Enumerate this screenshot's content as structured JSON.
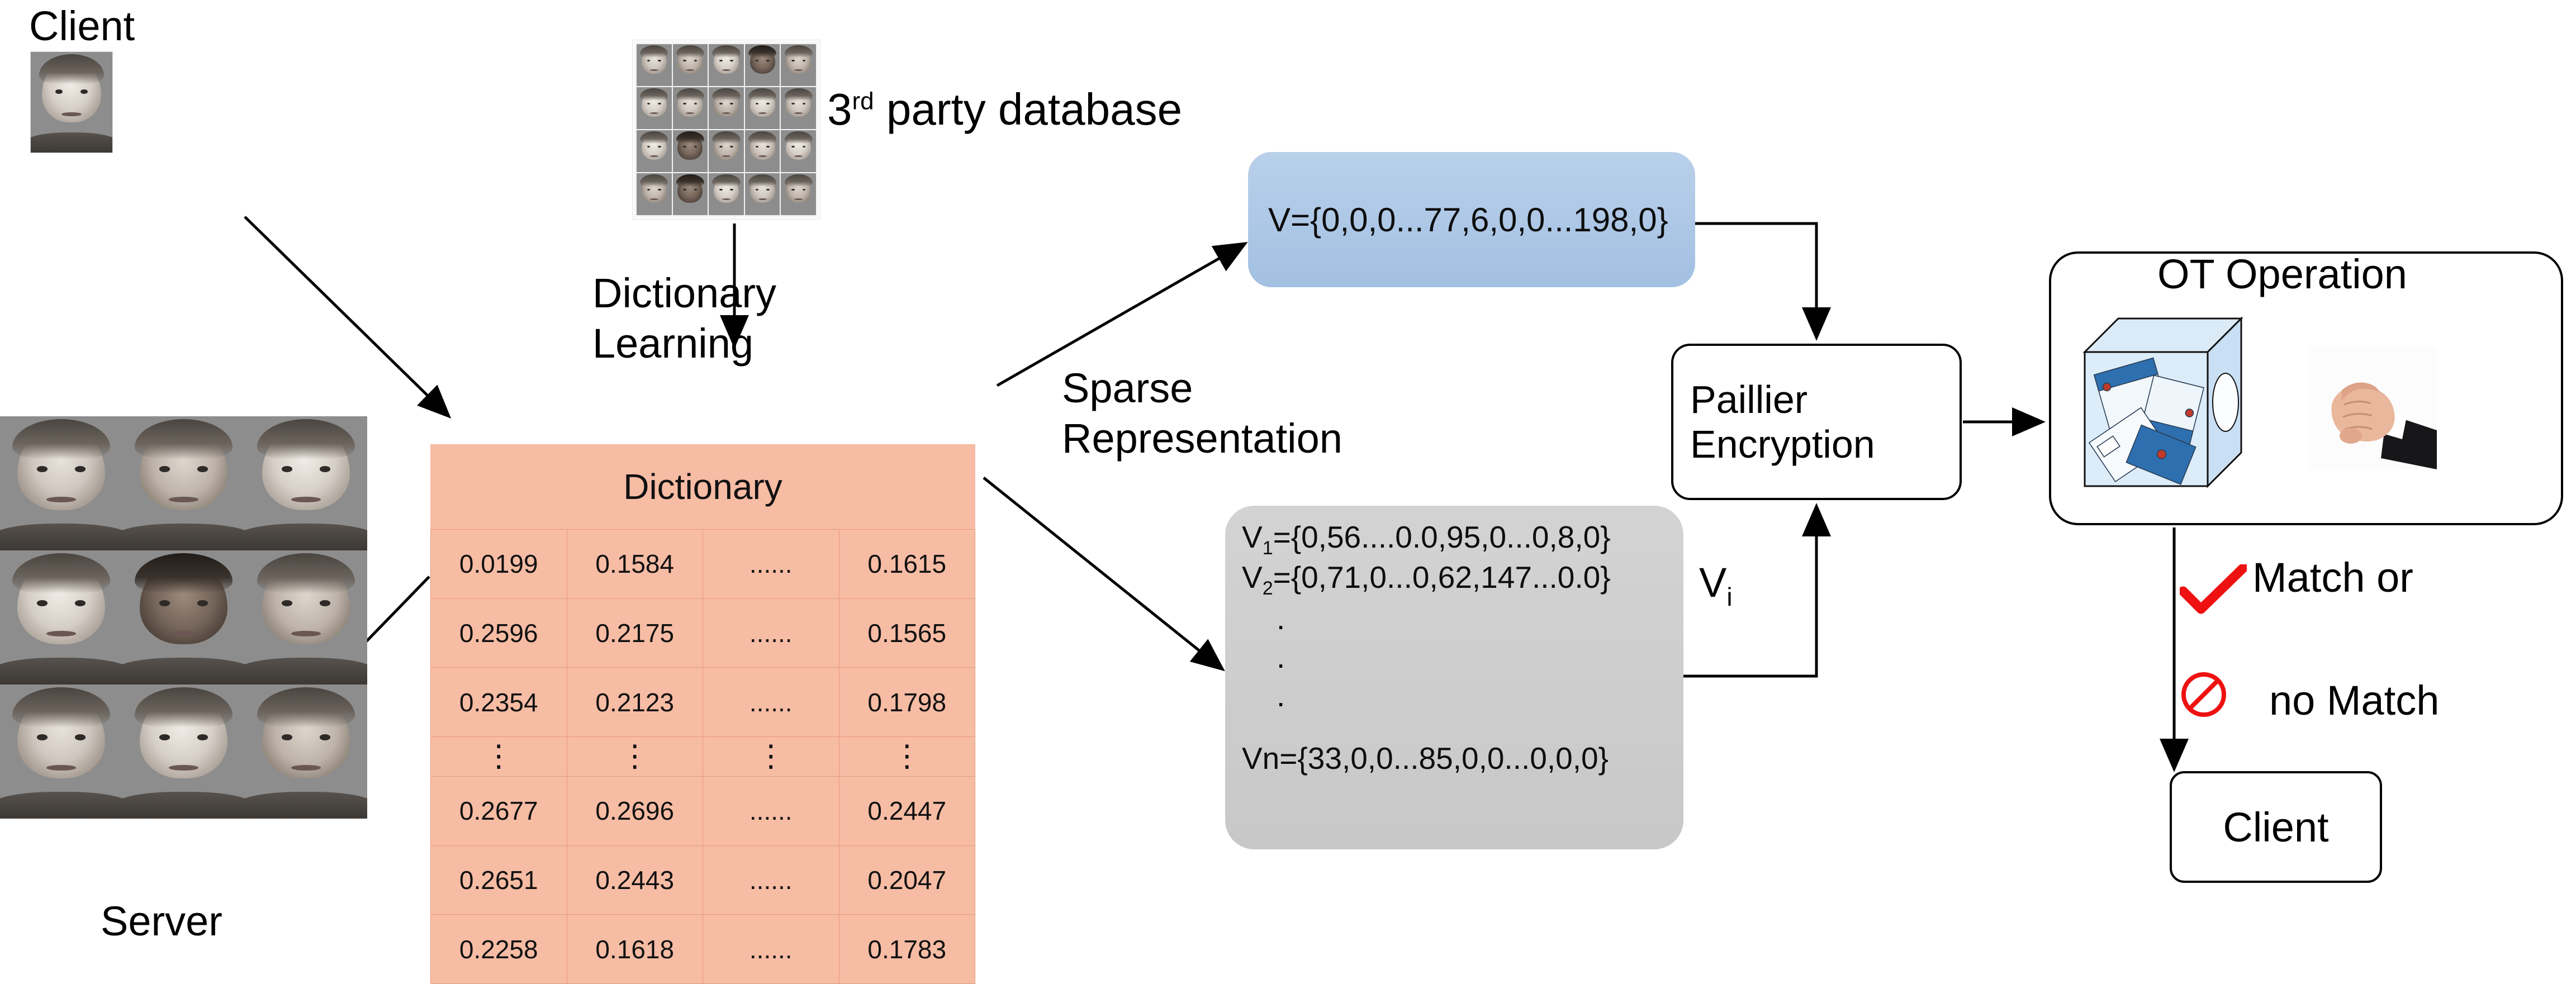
{
  "title": "Privacy preserving face matching pipeline",
  "labels": {
    "client": "Client",
    "server": "Server",
    "third_party_database": "3rd party database",
    "third_party_prefix": "3",
    "third_party_sup": "rd",
    "third_party_rest": " party database",
    "dictionary_learning_line1": "Dictionary",
    "dictionary_learning_line2": "Learning",
    "sparse_line1": "Sparse",
    "sparse_line2": "Representation",
    "vi_base": "V",
    "vi_sub": "i",
    "match": "Match  or",
    "no_match": "no Match",
    "ot_operation": "OT Operation",
    "client_result": "Client"
  },
  "dictionary": {
    "header": "Dictionary",
    "ellipsis": "......",
    "vdots": "⋮",
    "rows": [
      [
        "0.0199",
        "0.1584",
        "......",
        "0.1615"
      ],
      [
        "0.2596",
        "0.2175",
        "......",
        "0.1565"
      ],
      [
        "0.2354",
        "0.2123",
        "......",
        "0.1798"
      ],
      [
        "⋮",
        "⋮",
        "⋮",
        "⋮"
      ],
      [
        "0.2677",
        "0.2696",
        "......",
        "0.2447"
      ],
      [
        "0.2651",
        "0.2443",
        "......",
        "0.2047"
      ],
      [
        "0.2258",
        "0.1618",
        "......",
        "0.1783"
      ]
    ]
  },
  "blue_vector": {
    "text": "V={0,0,0...77,6,0,0...198,0}"
  },
  "grey_vectors": {
    "line1_base": "V",
    "line1_sub": "1",
    "line1_rest": "={0,56....0.0,95,0...0,8,0}",
    "line2_base": "V",
    "line2_sub": "2",
    "line2_rest": "={0,71,0...0,62,147...0.0}",
    "dot": ".",
    "line_n": "Vn={33,0,0...85,0,0...0,0,0}"
  },
  "paillier": {
    "line1": "Paillier",
    "line2": "Encryption"
  },
  "icons": {
    "check": "red-check-icon",
    "ban": "red-ban-icon",
    "ballot_box": "glass-ballot-box-icon",
    "fist": "fist-hand-icon"
  },
  "colors": {
    "dictionary_fill": "#f7bca4",
    "dictionary_border": "#e79b7e",
    "blue_fill": "#a8c5e6",
    "grey_fill": "#cccccc",
    "check_red": "#ee1111",
    "ban_red": "#ee1111",
    "stroke": "#000000"
  }
}
